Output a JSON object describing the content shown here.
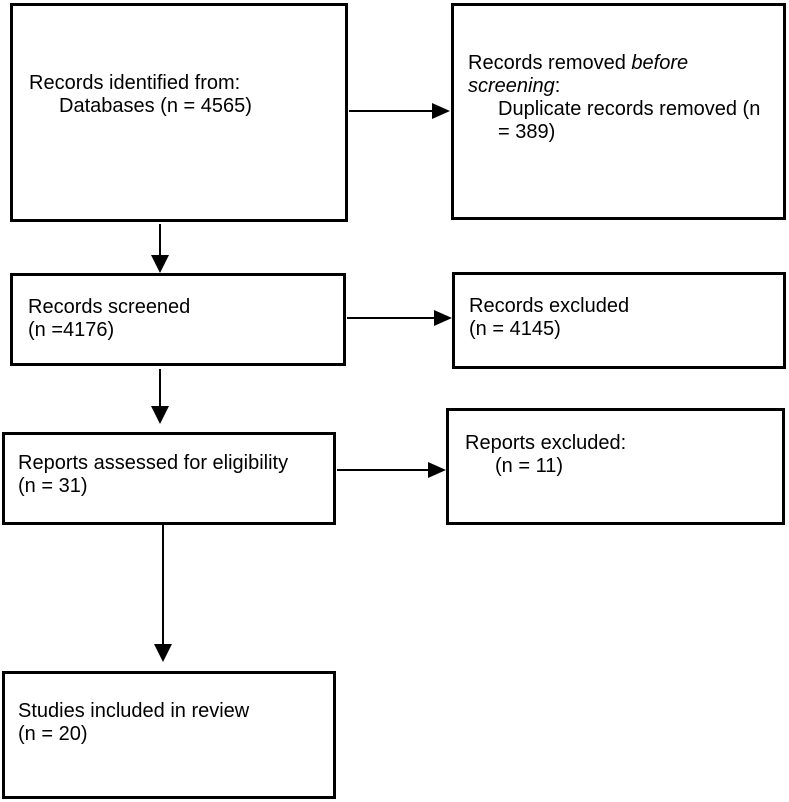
{
  "diagram": {
    "background_color": "#ffffff",
    "line_color": "#000000",
    "text_color": "#000000",
    "boxes": {
      "identification": {
        "line1": "Records identified from:",
        "line2": "Databases (n = 4565)"
      },
      "removed": {
        "line1_prefix": "Records removed ",
        "line1_italic": "before",
        "line2_italic": "screening",
        "line2_suffix": ":",
        "line3": "Duplicate records removed (n",
        "line4": "= 389)"
      },
      "screened": {
        "line1": "Records screened",
        "line2": "(n =4176)"
      },
      "records_excluded": {
        "line1": "Records excluded",
        "line2": "(n = 4145)"
      },
      "assessed": {
        "line1": "Reports assessed for eligibility",
        "line2": "(n = 31)"
      },
      "reports_excluded": {
        "line1": "Reports excluded:",
        "line2": "(n = 11)"
      },
      "included": {
        "line1": "Studies included in review",
        "line2": "(n = 20)"
      }
    },
    "connections": [
      {
        "from": "identification",
        "to": "removed"
      },
      {
        "from": "identification",
        "to": "screened"
      },
      {
        "from": "screened",
        "to": "records_excluded"
      },
      {
        "from": "screened",
        "to": "assessed"
      },
      {
        "from": "assessed",
        "to": "reports_excluded"
      },
      {
        "from": "assessed",
        "to": "included"
      }
    ]
  }
}
